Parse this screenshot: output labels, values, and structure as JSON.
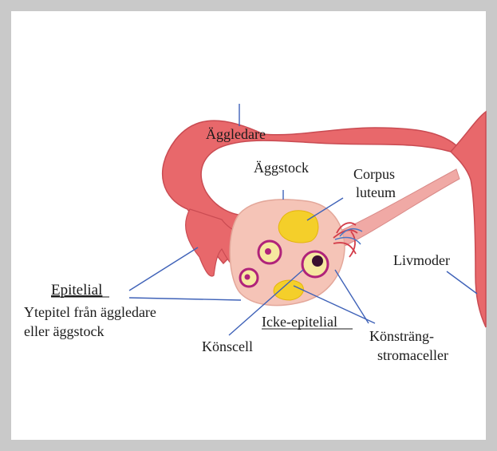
{
  "labels": {
    "fallopian_tube": "Äggledare",
    "ovary": "Äggstock",
    "corpus_luteum_1": "Corpus",
    "corpus_luteum_2": "luteum",
    "uterus": "Livmoder",
    "epithelial_title": "Epitelial",
    "epithelial_desc_1": "Ytepitel från äggledare",
    "epithelial_desc_2": "eller äggstock",
    "non_epithelial_title": "Icke-epitelial",
    "germ_cell": "Könscell",
    "stromal_1": "Könsträng-",
    "stromal_2": "stromaceller"
  },
  "colors": {
    "border": "#c9c9c9",
    "tissue": "#e8686b",
    "tissue_dark": "#c94b52",
    "ovary": "#f5c4b7",
    "corpus_luteum": "#f4cf2a",
    "follicle": "#b0237a",
    "vessel_red": "#d33d4a",
    "vessel_blue": "#4a77c4",
    "leader": "#3f62b8"
  }
}
